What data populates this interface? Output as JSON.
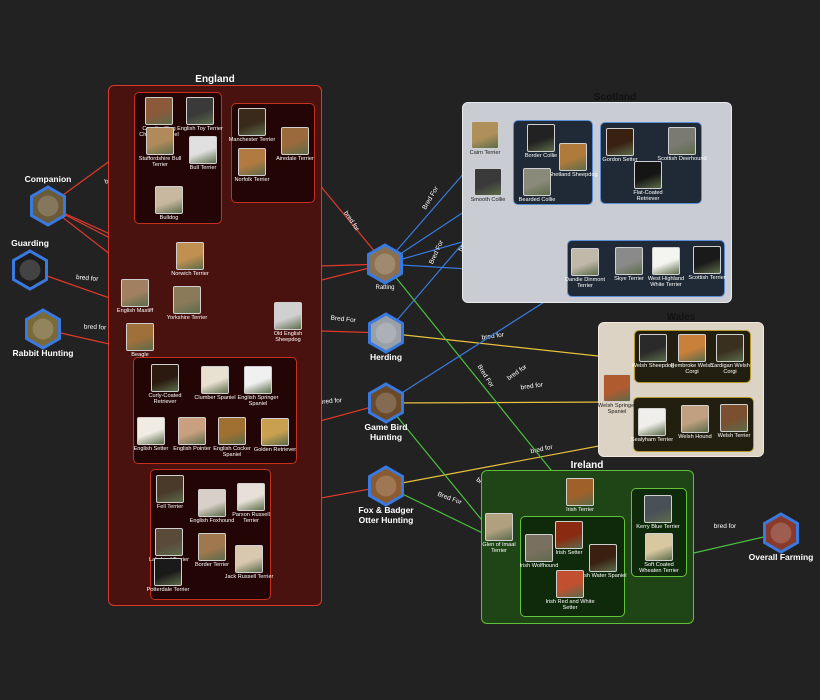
{
  "purposes": [
    {
      "id": "companion",
      "label": "Companion",
      "color": "#6b5a3a"
    },
    {
      "id": "guarding",
      "label": "Guarding",
      "color": "#1c1c1c"
    },
    {
      "id": "rabbit",
      "label": "Rabbit Hunting",
      "color": "#7a6a3a"
    },
    {
      "id": "ratting",
      "label": "Ratting",
      "color": "#8a7050"
    },
    {
      "id": "herding",
      "label": "Herding",
      "color": "#9aa0a8"
    },
    {
      "id": "gamebird",
      "label": "Game Bird Hunting",
      "color": "#6a4a2a"
    },
    {
      "id": "fox",
      "label": "Fox & Badger Otter Hunting",
      "color": "#8a5a30"
    },
    {
      "id": "farming",
      "label": "Overall Farming",
      "color": "#8a3a2a"
    }
  ],
  "groups": {
    "england": "England",
    "scotland": "Scotland",
    "wales": "Wales",
    "ireland": "Ireland"
  },
  "breeds": [
    {
      "id": "cavalier",
      "label": "Cavalier King Charles Spaniel",
      "color": "#8a5a3a"
    },
    {
      "id": "englishtoy",
      "label": "English Toy Terrier",
      "color": "#3a3a3a"
    },
    {
      "id": "staffie",
      "label": "Staffordshire Bull Terrier",
      "color": "#b08a5a"
    },
    {
      "id": "bullterrier",
      "label": "Bull Terrier",
      "color": "#e0e0e0"
    },
    {
      "id": "bulldog",
      "label": "Bulldog",
      "color": "#c8b8a0"
    },
    {
      "id": "manchester",
      "label": "Manchester Terrier",
      "color": "#3a2a1a"
    },
    {
      "id": "airedale",
      "label": "Airedale Terrier",
      "color": "#9a6a3a"
    },
    {
      "id": "norfolk",
      "label": "Norfolk Terrier",
      "color": "#b07a40"
    },
    {
      "id": "norwich",
      "label": "Norwich Terrier",
      "color": "#c09050"
    },
    {
      "id": "mastiff",
      "label": "English Mastiff",
      "color": "#a08060"
    },
    {
      "id": "yorkshire",
      "label": "Yorkshire Terrier",
      "color": "#8a7a5a"
    },
    {
      "id": "oldenglish",
      "label": "Old English Sheepdog",
      "color": "#d0d0d0"
    },
    {
      "id": "beagle",
      "label": "Beagle",
      "color": "#a0703a"
    },
    {
      "id": "curlycoated",
      "label": "Curly-Coated Retriever",
      "color": "#2a1a10"
    },
    {
      "id": "clumber",
      "label": "Clumber Spaniel",
      "color": "#e8e0d0"
    },
    {
      "id": "springer",
      "label": "English Springer Spaniel",
      "color": "#f0f0f0"
    },
    {
      "id": "englishsetter",
      "label": "English Setter",
      "color": "#f0ece4"
    },
    {
      "id": "pointer",
      "label": "English Pointer",
      "color": "#c8a080"
    },
    {
      "id": "cocker",
      "label": "English Cocker Spaniel",
      "color": "#a07030"
    },
    {
      "id": "golden",
      "label": "Golden Retriever",
      "color": "#c8a050"
    },
    {
      "id": "fell",
      "label": "Fell Terrier",
      "color": "#4a3a2a"
    },
    {
      "id": "foxhound",
      "label": "English Foxhound",
      "color": "#d8d0c8"
    },
    {
      "id": "parson",
      "label": "Parson Russell Terrier",
      "color": "#e8e0d8"
    },
    {
      "id": "lakeland",
      "label": "Lakeland Terrier",
      "color": "#5a4a3a"
    },
    {
      "id": "border",
      "label": "Border Terrier",
      "color": "#a07850"
    },
    {
      "id": "patterdale",
      "label": "Potterdale Terrier",
      "color": "#1a1a1a"
    },
    {
      "id": "jackrussell",
      "label": "Jack Russell Terrier",
      "color": "#d8c8b0"
    },
    {
      "id": "cairn",
      "label": "Cairn Terrier",
      "color": "#b0905a"
    },
    {
      "id": "smoothcollie",
      "label": "Smooth Collie",
      "color": "#3a3a3a"
    },
    {
      "id": "bordercollie",
      "label": "Border Collie",
      "color": "#222222"
    },
    {
      "id": "shetland",
      "label": "Shetland Sheepdog",
      "color": "#b07a3a"
    },
    {
      "id": "bearded",
      "label": "Bearded Collie",
      "color": "#8a8a7a"
    },
    {
      "id": "gordon",
      "label": "Gordon Setter",
      "color": "#3a2010"
    },
    {
      "id": "deerhound",
      "label": "Scottish Deerhound",
      "color": "#7a7a72"
    },
    {
      "id": "flatcoated",
      "label": "Flat-Coated Retriever",
      "color": "#151515"
    },
    {
      "id": "dandie",
      "label": "Dandie Dinmont Terrier",
      "color": "#c0b8a8"
    },
    {
      "id": "skye",
      "label": "Skye Terrier",
      "color": "#8a8a8a"
    },
    {
      "id": "westie",
      "label": "West Highland White Terrier",
      "color": "#f4f4f0"
    },
    {
      "id": "scottish",
      "label": "Scottish Terrier",
      "color": "#1a1a1a"
    },
    {
      "id": "welshsheepdog",
      "label": "Welsh Sheepdog",
      "color": "#2a2a2a"
    },
    {
      "id": "pembroke",
      "label": "Pembroke Welsh Corgi",
      "color": "#c8803a"
    },
    {
      "id": "cardigan",
      "label": "Cardigan Welsh Corgi",
      "color": "#3a3020"
    },
    {
      "id": "welshspringer",
      "label": "Welsh Springer Spaniel",
      "color": "#b05a30"
    },
    {
      "id": "sealyham",
      "label": "Sealyham Terrier",
      "color": "#f0eeea"
    },
    {
      "id": "welshhound",
      "label": "Welsh Hound",
      "color": "#c0a080"
    },
    {
      "id": "welshterrier",
      "label": "Welsh Terrier",
      "color": "#7a5030"
    },
    {
      "id": "irishterrier",
      "label": "Irish Terrier",
      "color": "#a0602a"
    },
    {
      "id": "glen",
      "label": "Glen of Imaal Terrier",
      "color": "#b0a080"
    },
    {
      "id": "kerry",
      "label": "Kerry Blue Terrier",
      "color": "#4a5058"
    },
    {
      "id": "wolfhound",
      "label": "Irish Wolfhound",
      "color": "#7a7060"
    },
    {
      "id": "irishsetter",
      "label": "Irish Setter",
      "color": "#8a2a10"
    },
    {
      "id": "irishwater",
      "label": "Irish Water Spaniel",
      "color": "#3a2010"
    },
    {
      "id": "wheaten",
      "label": "Soft Coated Wheaten Terrier",
      "color": "#d8c8a0"
    },
    {
      "id": "redwhite",
      "label": "Irish Red and White Setter",
      "color": "#c05030"
    }
  ],
  "edges": [
    {
      "label": "bred for",
      "color": "#e03a2a"
    },
    {
      "label": "bred for",
      "color": "#e03a2a"
    },
    {
      "label": "bred for",
      "color": "#e03a2a"
    },
    {
      "label": "bred for",
      "color": "#e03a2a"
    },
    {
      "label": "bred for",
      "color": "#e03a2a"
    },
    {
      "label": "bred for",
      "color": "#e03a2a"
    },
    {
      "label": "Bred For",
      "color": "#e03a2a"
    },
    {
      "label": "Bred For",
      "color": "#e03a2a"
    },
    {
      "label": "Bred For",
      "color": "#e03a2a"
    },
    {
      "label": "bred for",
      "color": "#e03a2a"
    },
    {
      "label": "bred for",
      "color": "#e03a2a"
    },
    {
      "label": "bred for",
      "color": "#e03a2a"
    },
    {
      "label": "Bred For",
      "color": "#3a7ae0"
    },
    {
      "label": "bred for",
      "color": "#3a7ae0"
    },
    {
      "label": "Bred For",
      "color": "#3a7ae0"
    },
    {
      "label": "bred for",
      "color": "#3a7ae0"
    },
    {
      "label": "bred for",
      "color": "#3a7ae0"
    },
    {
      "label": "bred for",
      "color": "#e8c040"
    },
    {
      "label": "bred for",
      "color": "#3a7ae0"
    },
    {
      "label": "bred for",
      "color": "#e8c040"
    },
    {
      "label": "bred for",
      "color": "#e8c040"
    },
    {
      "label": "Bred For",
      "color": "#4ac040"
    },
    {
      "label": "bred for",
      "color": "#4ac040"
    },
    {
      "label": "Bred For",
      "color": "#4ac040"
    },
    {
      "label": "bred for",
      "color": "#4ac040"
    }
  ]
}
